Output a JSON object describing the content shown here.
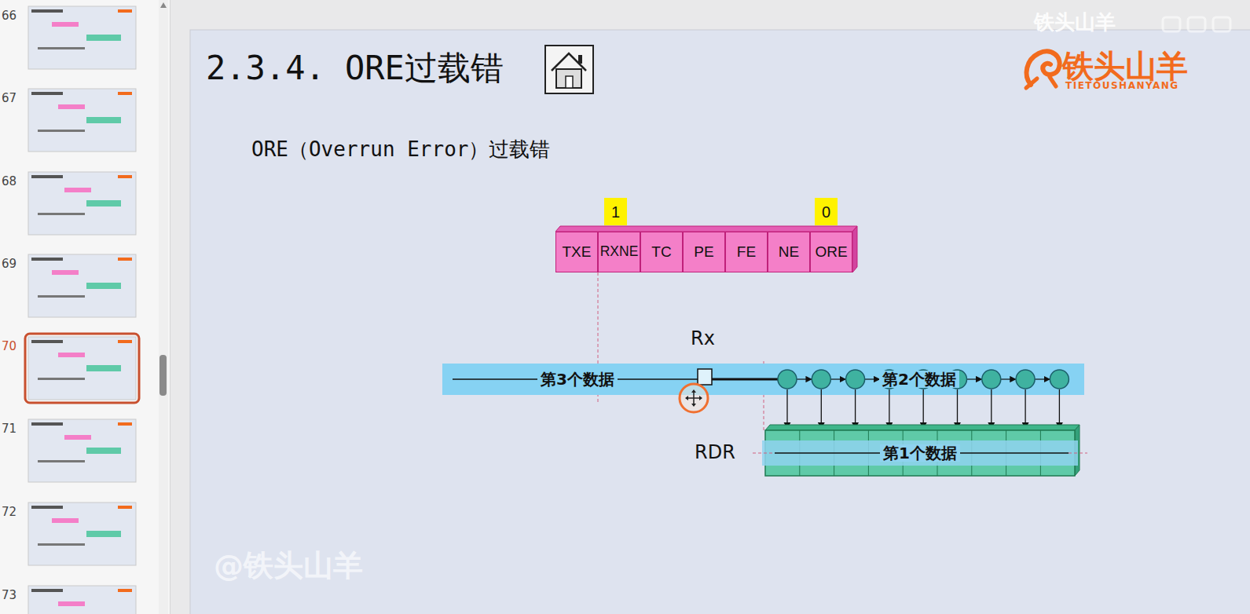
{
  "diagram": {
    "title": "2.3.4. ORE过载错",
    "nodes": [
      {
        "text": [
          "1"
        ]
      },
      {
        "text": [
          "0"
        ]
      },
      {
        "text": [
          "TXE"
        ]
      },
      {
        "text": [
          "RXNE"
        ]
      },
      {
        "text": [
          "TC"
        ]
      },
      {
        "text": [
          "PE"
        ]
      },
      {
        "text": [
          "FE"
        ]
      },
      {
        "text": [
          "NE"
        ]
      },
      {
        "text": [
          "ORE"
        ]
      },
      {
        "text": [
          "第3个数据"
        ]
      },
      {
        "text": [
          "第2个数据"
        ]
      },
      {
        "text": [
          "第1个数据"
        ]
      }
    ],
    "labels": [
      "66",
      "67",
      "68",
      "69",
      "70",
      "71",
      "72",
      "73",
      "ORE（Overrun Error）过载错",
      "Rx",
      "RDR",
      "铁头山羊",
      "TIETOUSHANYANG",
      "铁头山羊",
      "@铁头山羊"
    ]
  }
}
